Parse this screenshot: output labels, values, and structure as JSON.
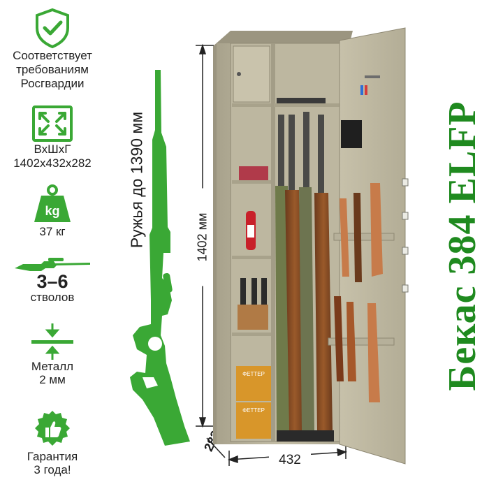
{
  "colors": {
    "accent_green": "#3aa835",
    "brand_green": "#1f8a1f",
    "safe_body": "#b8b29b"
  },
  "features": {
    "certification": {
      "icon": "shield-check-icon",
      "text": "Соответствует требованиям Росгвардии"
    },
    "dimensions": {
      "icon": "expand-arrows-icon",
      "label": "ВхШхГ",
      "value": "1402x432x282"
    },
    "weight": {
      "icon": "weight-kg-icon",
      "badge": "kg",
      "value": "37 кг"
    },
    "barrels": {
      "icon": "rifle-icon",
      "value": "3–6",
      "label": "стволов"
    },
    "metal": {
      "icon": "metal-thickness-icon",
      "label": "Металл",
      "value": "2 мм"
    },
    "warranty": {
      "icon": "thumbs-up-badge-icon",
      "label": "Гарантия",
      "value": "3 года!"
    }
  },
  "gun_length_label": "Ружья до 1390 мм",
  "dimensions_labels": {
    "height": "1402 мм",
    "width": "432",
    "depth": "282"
  },
  "product_title": "Бекас 384 ELFP",
  "safe": {
    "box_labels": [
      "ФЕТТЕР",
      "ФЕТТЕР"
    ]
  }
}
